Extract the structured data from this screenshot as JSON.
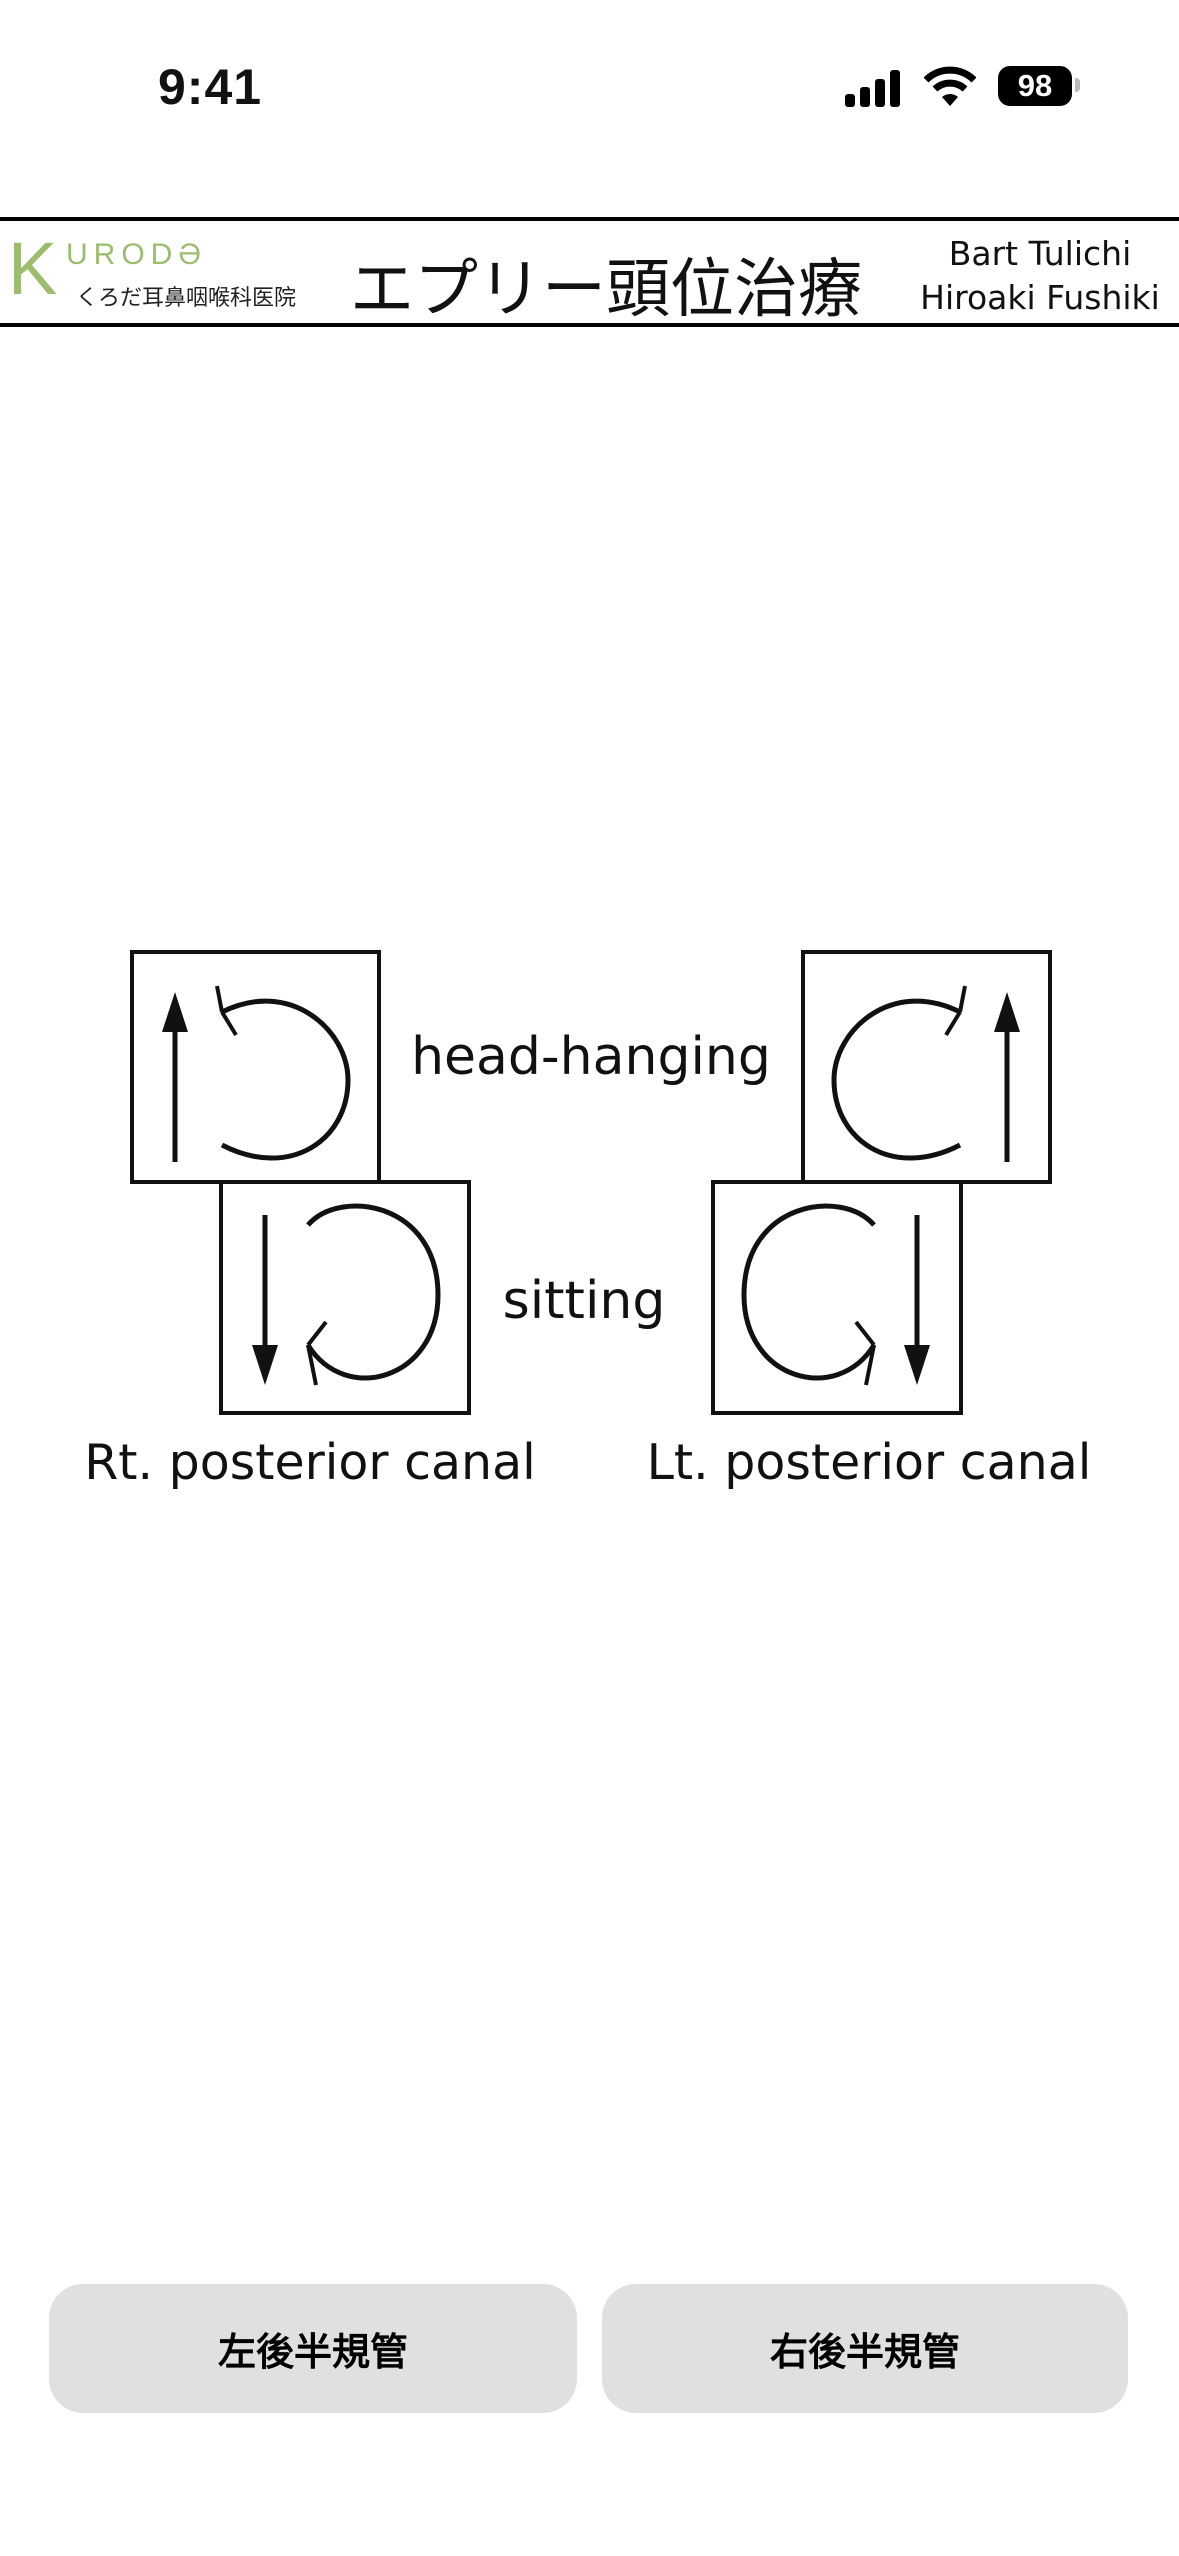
{
  "status_bar": {
    "time": "9:41",
    "battery": "98"
  },
  "header": {
    "logo_letter": "K",
    "logo_word": "URODƏ",
    "logo_subtitle": "くろだ耳鼻咽喉科医院",
    "title": "エプリー頭位治療",
    "authors": [
      "Bart Tulichi",
      "Hiroaki Fushiki"
    ]
  },
  "diagram": {
    "head_hanging_label": "head-hanging",
    "sitting_label": "sitting",
    "right_canal_label": "Rt. posterior canal",
    "left_canal_label": "Lt. posterior canal"
  },
  "buttons": {
    "left": "左後半規管",
    "right": "右後半規管"
  }
}
